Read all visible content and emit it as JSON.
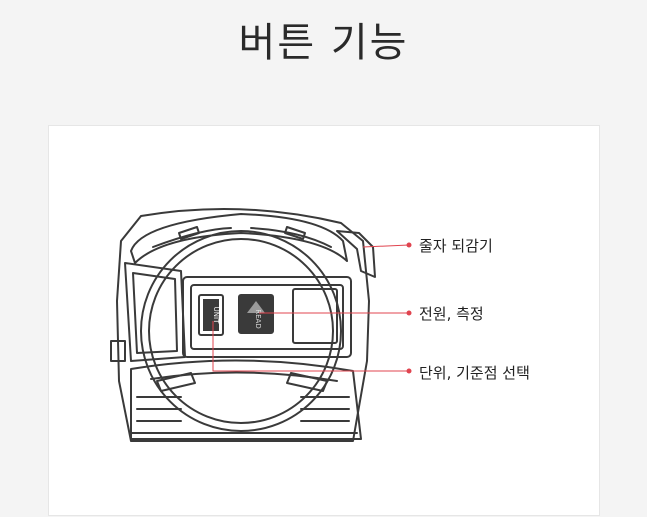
{
  "page": {
    "title": "버튼 기능"
  },
  "diagram": {
    "callouts": [
      {
        "id": "rewind",
        "label": "줄자 되감기"
      },
      {
        "id": "power",
        "label": "전원, 측정"
      },
      {
        "id": "unit",
        "label": "단위, 기준점 선택"
      }
    ],
    "buttons": {
      "unit_text": "UNIT",
      "read_text": "READ"
    },
    "colors": {
      "callout_line": "#e0444f",
      "outline": "#3a3a3a"
    }
  }
}
